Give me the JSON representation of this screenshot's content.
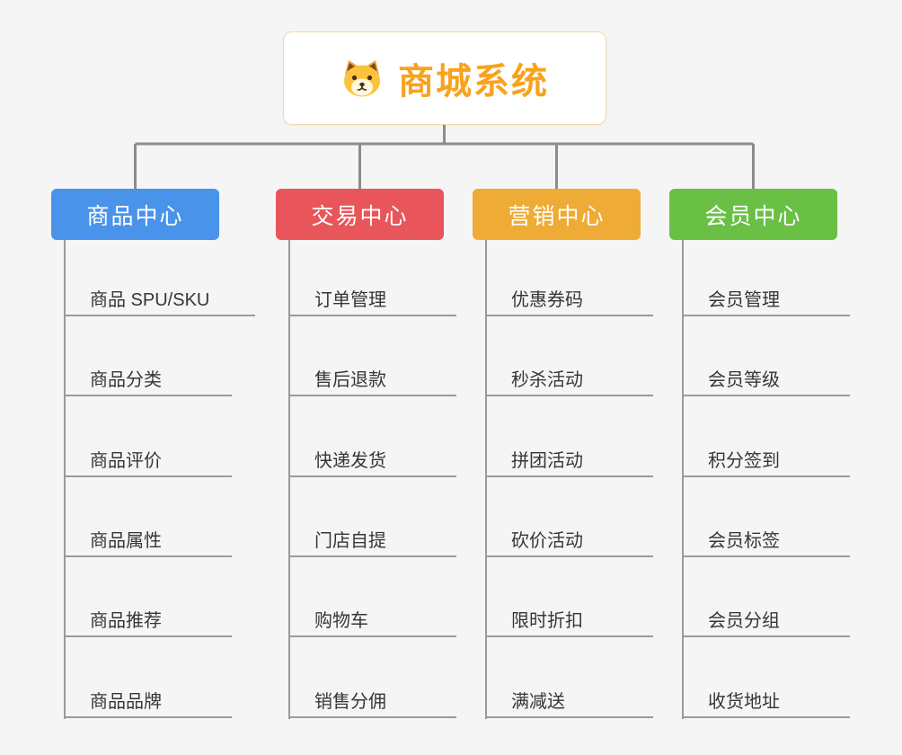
{
  "root": {
    "title": "商城系统",
    "icon": "dog-icon"
  },
  "colors": {
    "background": "#f5f5f5",
    "connector": "#8c8c8c",
    "leaf_line": "#9a9a9a",
    "root_text": "#f9a21d",
    "root_border": "#f2d8ac"
  },
  "branches": [
    {
      "label": "商品中心",
      "color": "#4a93ea",
      "children": [
        "商品 SPU/SKU",
        "商品分类",
        "商品评价",
        "商品属性",
        "商品推荐",
        "商品品牌"
      ]
    },
    {
      "label": "交易中心",
      "color": "#e8555a",
      "children": [
        "订单管理",
        "售后退款",
        "快递发货",
        "门店自提",
        "购物车",
        "销售分佣"
      ]
    },
    {
      "label": "营销中心",
      "color": "#eeab35",
      "children": [
        "优惠券码",
        "秒杀活动",
        "拼团活动",
        "砍价活动",
        "限时折扣",
        "满减送"
      ]
    },
    {
      "label": "会员中心",
      "color": "#6abf45",
      "children": [
        "会员管理",
        "会员等级",
        "积分签到",
        "会员标签",
        "会员分组",
        "收货地址"
      ]
    }
  ]
}
